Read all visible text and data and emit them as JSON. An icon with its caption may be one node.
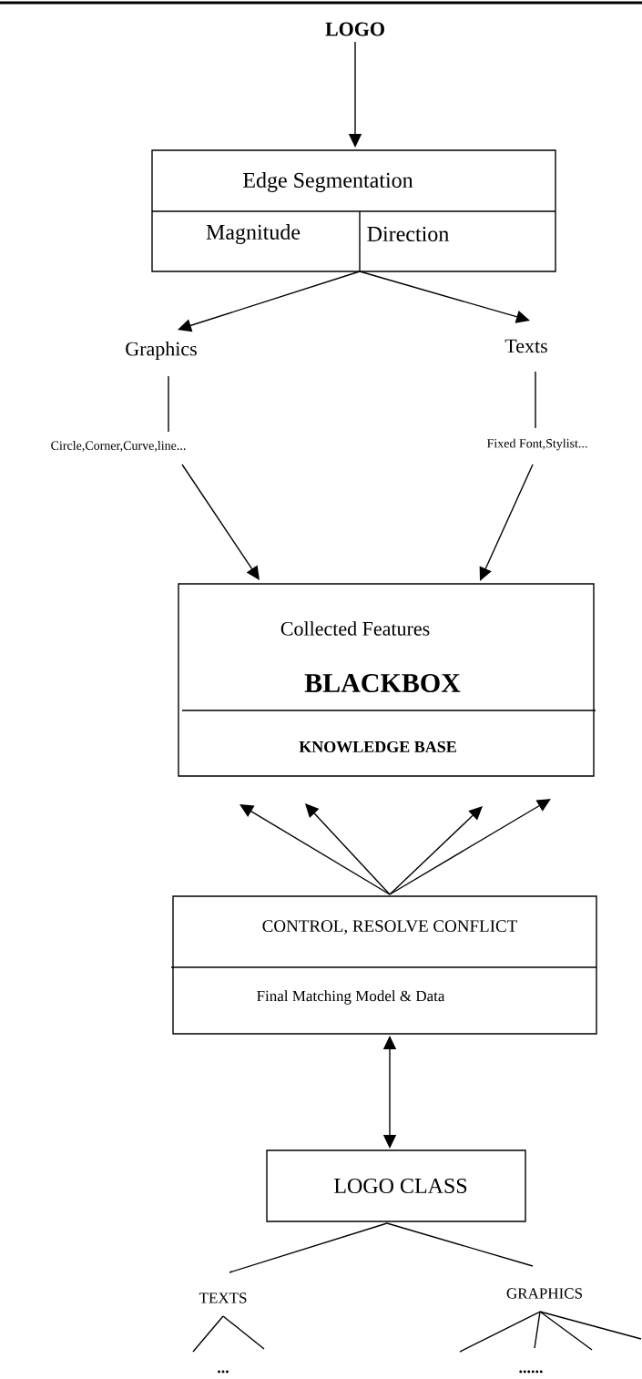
{
  "diagram": {
    "nodes": [
      {
        "text": [
          "LOGO"
        ]
      },
      {
        "text": [
          "Edge Segmentation",
          "Magnitude",
          "Direction"
        ]
      },
      {
        "text": [
          "Graphics"
        ]
      },
      {
        "text": [
          "Texts"
        ]
      },
      {
        "text": [
          "Circle,Corner,Curve,line..."
        ]
      },
      {
        "text": [
          "Fixed Font,Stylist..."
        ]
      },
      {
        "text": [
          "Collected Features",
          "BLACKBOX",
          "KNOWLEDGE BASE"
        ]
      },
      {
        "text": [
          "CONTROL, RESOLVE CONFLICT",
          "Final Matching Model & Data"
        ]
      },
      {
        "text": [
          "LOGO CLASS"
        ]
      },
      {
        "text": [
          "TEXTS"
        ]
      },
      {
        "text": [
          "GRAPHICS"
        ]
      }
    ],
    "edges": [
      {
        "from": 0,
        "to": 1,
        "arrow": "to"
      },
      {
        "from": 1,
        "to": 2,
        "arrow": "to"
      },
      {
        "from": 1,
        "to": 3,
        "arrow": "to"
      },
      {
        "from": 2,
        "to": 4,
        "arrow": "none"
      },
      {
        "from": 3,
        "to": 5,
        "arrow": "none"
      },
      {
        "from": 4,
        "to": 6,
        "arrow": "to"
      },
      {
        "from": 5,
        "to": 6,
        "arrow": "to"
      },
      {
        "from": 7,
        "to": null,
        "arrow": "to"
      },
      {
        "from": 7,
        "to": null,
        "arrow": "to"
      },
      {
        "from": 7,
        "to": null,
        "arrow": "to"
      },
      {
        "from": 7,
        "to": null,
        "arrow": "to"
      },
      {
        "from": 7,
        "to": 8,
        "arrow": "both"
      },
      {
        "from": 8,
        "to": 9,
        "arrow": "none"
      },
      {
        "from": 8,
        "to": 10,
        "arrow": "none"
      },
      {
        "from": 9,
        "to": null,
        "arrow": "none"
      },
      {
        "from": 9,
        "to": null,
        "arrow": "none"
      },
      {
        "from": 10,
        "to": null,
        "arrow": "none"
      },
      {
        "from": 10,
        "to": null,
        "arrow": "none"
      },
      {
        "from": 10,
        "to": null,
        "arrow": "none"
      },
      {
        "from": 10,
        "to": null,
        "arrow": "none"
      }
    ],
    "labels": [
      "...",
      "......"
    ]
  }
}
